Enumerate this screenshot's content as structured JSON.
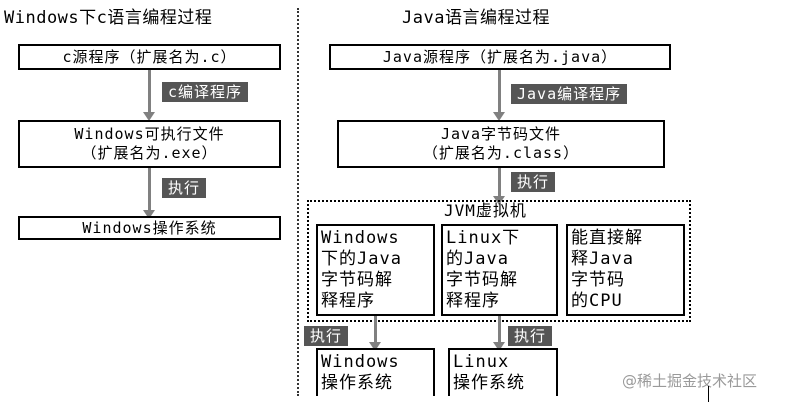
{
  "left": {
    "title": "Windows下c语言编程过程",
    "source_box": "c源程序（扩展名为.c）",
    "compile_label": "c编译程序",
    "exe_box": "Windows可执行文件\n（扩展名为.exe）",
    "run_label": "执行",
    "os_box": "Windows操作系统"
  },
  "right": {
    "title": "Java语言编程过程",
    "source_box": "Java源程序（扩展名为.java）",
    "compile_label": "Java编译程序",
    "class_box": "Java字节码文件\n（扩展名为.class）",
    "run_label": "执行",
    "jvm_title": "JVM虚拟机",
    "interpreter_windows": "Windows\n下的Java\n字节码解\n释程序",
    "interpreter_linux": "Linux下\n的Java\n字节码解\n释程序",
    "cpu": "能直接解\n释Java\n字节码\n的CPU",
    "run_label_windows": "执行",
    "run_label_linux": "执行",
    "os_windows": "Windows\n操作系统",
    "os_linux": "Linux\n操作系统"
  },
  "watermark": "@稀土掘金技术社区"
}
